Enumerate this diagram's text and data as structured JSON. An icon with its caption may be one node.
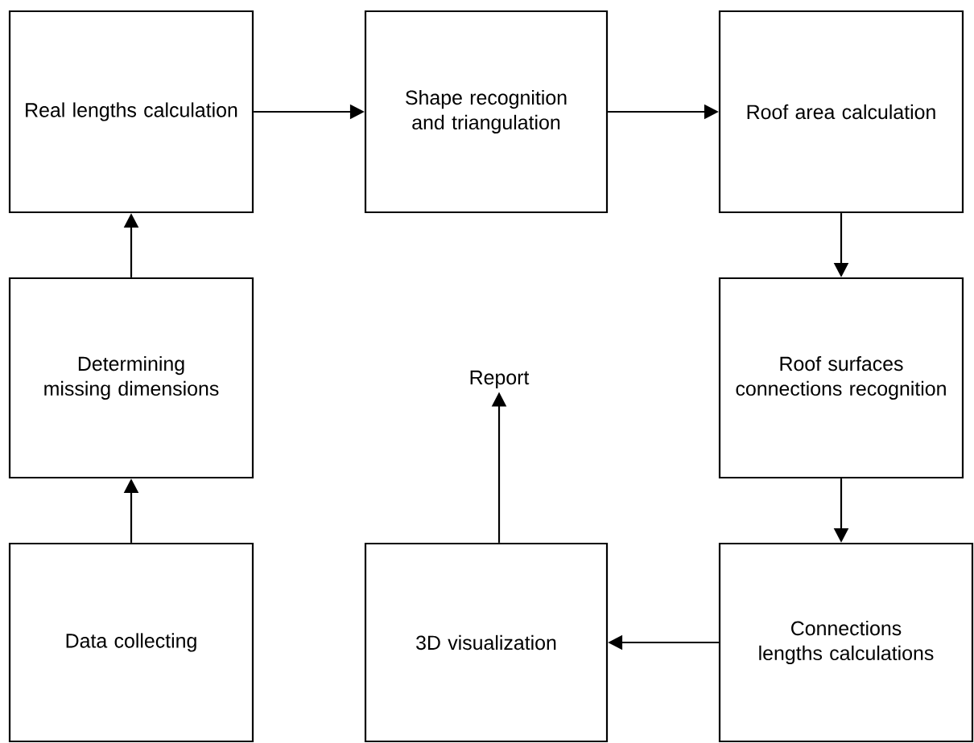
{
  "diagram": {
    "nodes": [
      {
        "text": [
          "Real lengths calculation"
        ]
      },
      {
        "text": [
          "Shape recognition and triangulation"
        ]
      },
      {
        "text": [
          "Roof area calculation"
        ]
      },
      {
        "text": [
          "Determining missing dimensions"
        ]
      },
      {
        "text": [
          "Report"
        ]
      },
      {
        "text": [
          "Roof surfaces connections recognition"
        ]
      },
      {
        "text": [
          "Data collecting"
        ]
      },
      {
        "text": [
          "3D visualization"
        ]
      },
      {
        "text": [
          "Connections lengths calculations"
        ]
      }
    ],
    "edges": [
      {
        "from": 6,
        "to": 3,
        "arrow": "to"
      },
      {
        "from": 3,
        "to": 0,
        "arrow": "to"
      },
      {
        "from": 0,
        "to": 1,
        "arrow": "to"
      },
      {
        "from": 1,
        "to": 2,
        "arrow": "to"
      },
      {
        "from": 2,
        "to": 5,
        "arrow": "to"
      },
      {
        "from": 5,
        "to": 8,
        "arrow": "to"
      },
      {
        "from": 8,
        "to": 7,
        "arrow": "to"
      },
      {
        "from": 7,
        "to": 4,
        "arrow": "to"
      }
    ]
  }
}
